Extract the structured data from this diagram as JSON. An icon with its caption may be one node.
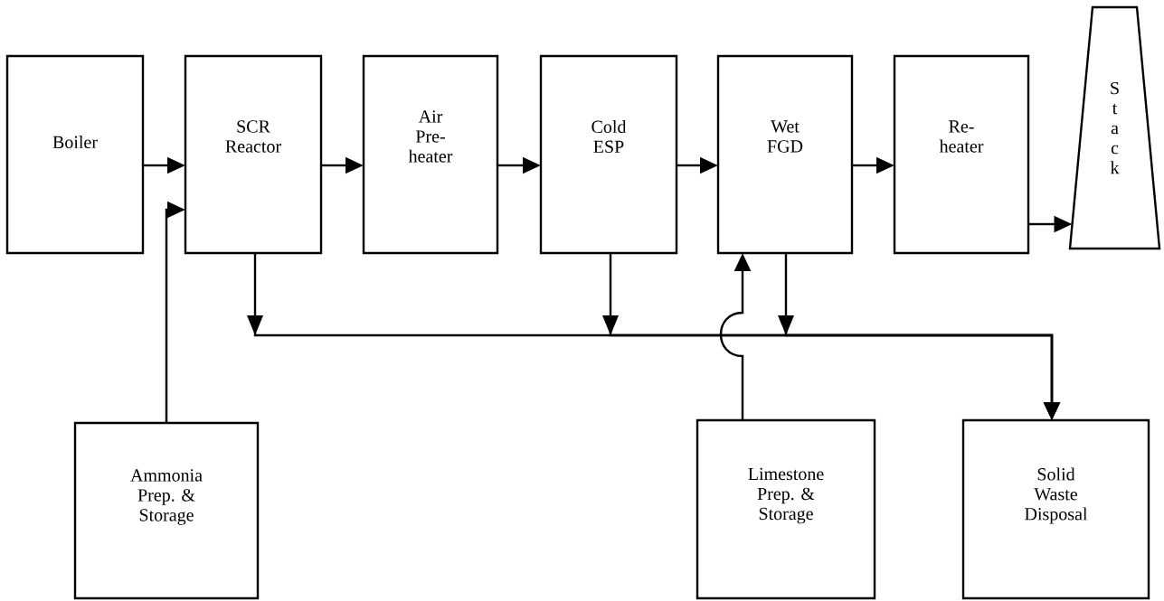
{
  "diagram": {
    "nodes": [
      {
        "text": [
          "Boiler"
        ]
      },
      {
        "text": [
          "SCR Reactor"
        ]
      },
      {
        "text": [
          "Air Pre- heater"
        ]
      },
      {
        "text": [
          "Cold ESP"
        ]
      },
      {
        "text": [
          "Wet FGD"
        ]
      },
      {
        "text": [
          "Re- heater"
        ]
      },
      {
        "text": [
          "S t a c k"
        ]
      },
      {
        "text": [
          "Ammonia Prep. & Storage"
        ]
      },
      {
        "text": [
          "Limestone Prep. & Storage"
        ]
      },
      {
        "text": [
          "Solid Waste Disposal"
        ]
      }
    ],
    "edges": [
      {
        "from": 0,
        "to": 1,
        "arrow": "to"
      },
      {
        "from": 1,
        "to": 2,
        "arrow": "to"
      },
      {
        "from": 2,
        "to": 3,
        "arrow": "to"
      },
      {
        "from": 3,
        "to": 4,
        "arrow": "to"
      },
      {
        "from": 4,
        "to": 5,
        "arrow": "to"
      },
      {
        "from": 5,
        "to": 6,
        "arrow": "to"
      },
      {
        "from": 7,
        "to": 1,
        "arrow": "to"
      },
      {
        "from": 1,
        "to": 9,
        "arrow": "to"
      },
      {
        "from": 3,
        "to": 9,
        "arrow": "to"
      },
      {
        "from": 4,
        "to": 9,
        "arrow": "to"
      },
      {
        "from": 8,
        "to": 4,
        "arrow": "to"
      }
    ]
  }
}
